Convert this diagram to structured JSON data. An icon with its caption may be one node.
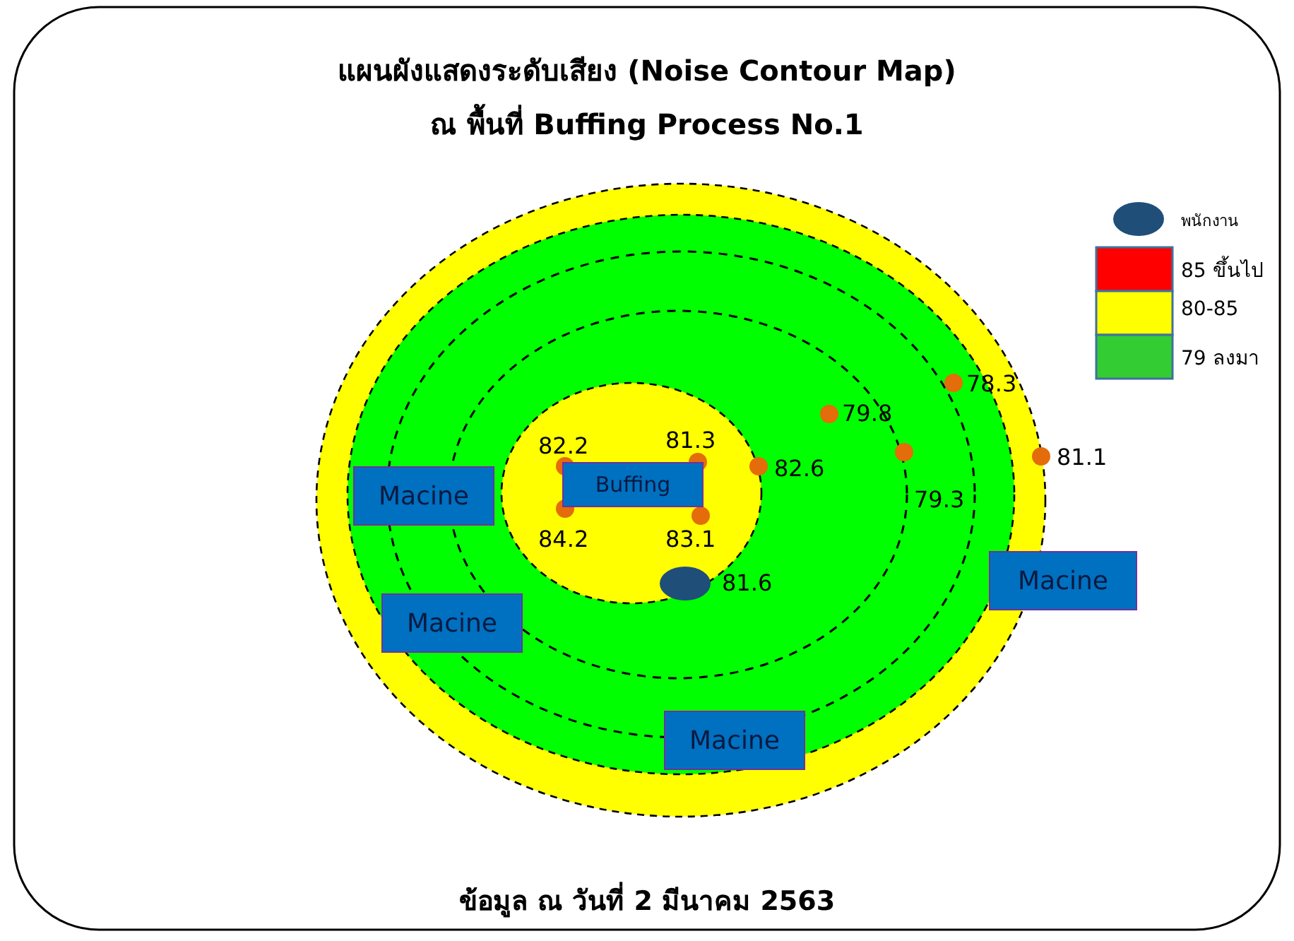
{
  "diagram": {
    "title": "แผนผังแสดงระดับเสียง (Noise Contour Map)",
    "nodes": [
      {
        "text": [
          "Macine"
        ]
      },
      {
        "text": [
          "Buffing"
        ]
      },
      {
        "text": [
          "Macine"
        ]
      },
      {
        "text": [
          "Macine"
        ]
      },
      {
        "text": [
          "Macine"
        ]
      }
    ],
    "edges": [],
    "labels": [
      "ณ พื้นที่ Buffing Process No.1",
      "78.3",
      "79.8",
      "82.2",
      "81.3",
      "82.6",
      "81.1",
      "79.3",
      "84.2",
      "83.1",
      "81.6"
    ],
    "caption": "ข้อมูล ณ วันที่ 2 มีนาคม 2563",
    "legend": [
      {
        "text": "พนักงาน"
      },
      {
        "text": "85 ขึ้นไป",
        "color": "#ff0000"
      },
      {
        "text": "80-85",
        "color": "#ffff00"
      },
      {
        "text": "79 ลงมา",
        "color": "#33cc33"
      }
    ]
  }
}
